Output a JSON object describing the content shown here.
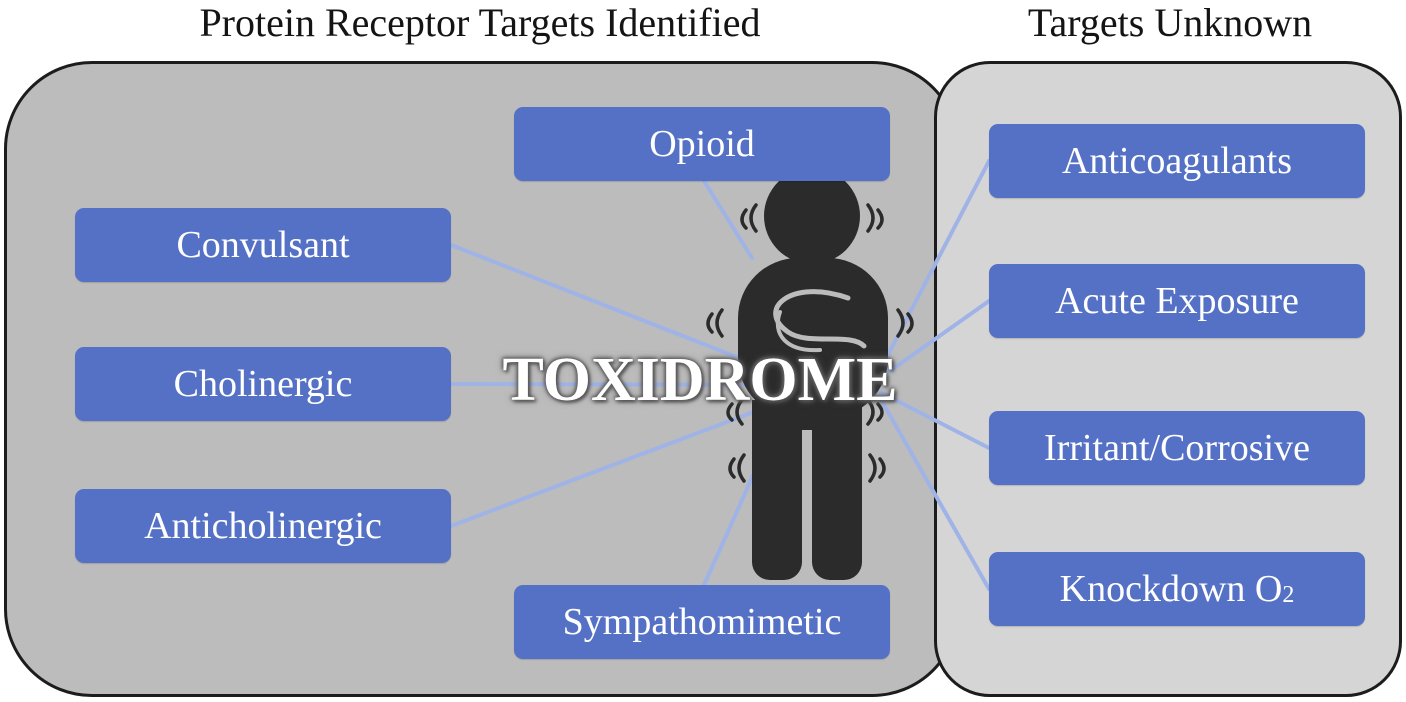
{
  "headings": {
    "left": "Protein Receptor Targets Identified",
    "right": "Targets Unknown"
  },
  "center": {
    "label": "TOXIDROME",
    "icon": "person-shivering-icon"
  },
  "left_boxes": {
    "opioid": "Opioid",
    "convulsant": "Convulsant",
    "cholinergic": "Cholinergic",
    "anticholinergic": "Anticholinergic",
    "sympathomimetic": "Sympathomimetic"
  },
  "right_boxes": {
    "anticoagulants": "Anticoagulants",
    "acute_exposure": "Acute Exposure",
    "irritant_corrosive": "Irritant/Corrosive",
    "knockdown": "Knockdown O",
    "knockdown_sub": "2"
  },
  "colors": {
    "box": "#5571c5",
    "connector": "#9fb3e6",
    "left_panel": "#bcbcbc",
    "right_panel": "#d5d5d5",
    "figure": "#2b2b2b"
  }
}
